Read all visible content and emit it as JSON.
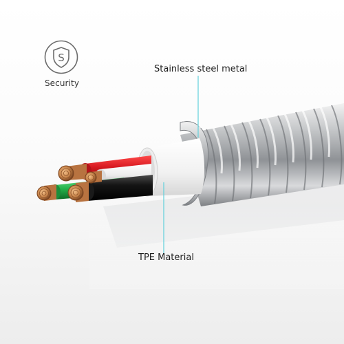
{
  "badge": {
    "icon": "shield-s-icon",
    "letter": "S",
    "label": "Security"
  },
  "callouts": {
    "steel": "Stainless steel metal",
    "tpe": "TPE Material"
  },
  "colors": {
    "accent_line": "#5fd0dc",
    "wire_red": "#d71920",
    "wire_white": "#f4f4f4",
    "wire_green": "#25b34b",
    "wire_black": "#111111",
    "copper": "#c9864c",
    "steel": "#b9bcc0",
    "jacket": "#f7f7f7"
  }
}
